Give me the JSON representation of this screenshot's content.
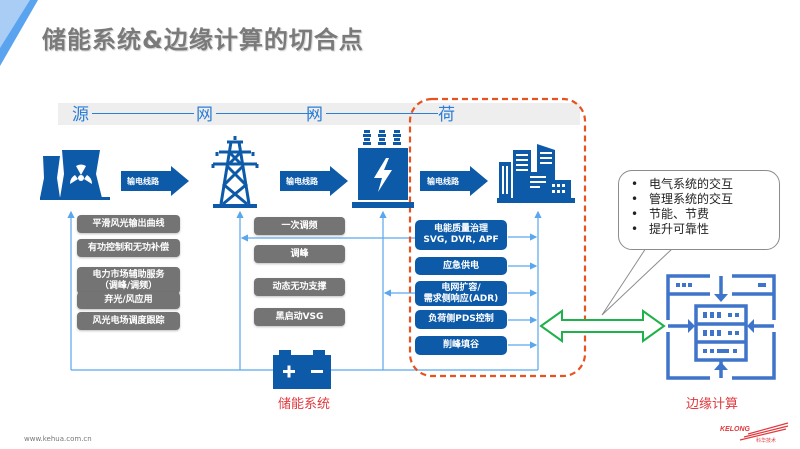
{
  "slide": {
    "title": "储能系统&边缘计算的切合点",
    "footer_url": "www.kehua.com.cn",
    "logo_text": "KELONG",
    "logo_subtext": "科华技术"
  },
  "chain": {
    "words": [
      "源",
      "网",
      "网",
      "荷"
    ]
  },
  "transmission": {
    "labels": [
      "输电线路",
      "输电线路",
      "输电线路"
    ]
  },
  "source_functions": [
    "平滑风光输出曲线",
    "有功控制和无功补偿",
    "电力市场辅助服务\n（调峰/调频）",
    "弃光/风应用",
    "风光电场调度跟踪"
  ],
  "grid_functions": [
    "一次调频",
    "调峰",
    "动态无功支撑",
    "黑启动VSG"
  ],
  "load_functions": [
    "电能质量治理\nSVG, DVR, APF",
    "应急供电",
    "电网扩容/\n需求侧响应(ADR)",
    "负荷侧PDS控制",
    "削峰填谷"
  ],
  "storage": {
    "label": "储能系统"
  },
  "edge": {
    "label": "边缘计算",
    "bubble_items": [
      "电气系统的交互",
      "管理系统的交互",
      "节能、节费",
      "提升可靠性"
    ]
  },
  "colors": {
    "navy": "#0c5aa8",
    "gray_button": "#747474",
    "line_blue": "#5aa7ee",
    "dash_orange": "#e8521f",
    "green_arrow": "#1fb14b",
    "edge_blue": "#3e74c9",
    "red_label": "#e0393e"
  }
}
